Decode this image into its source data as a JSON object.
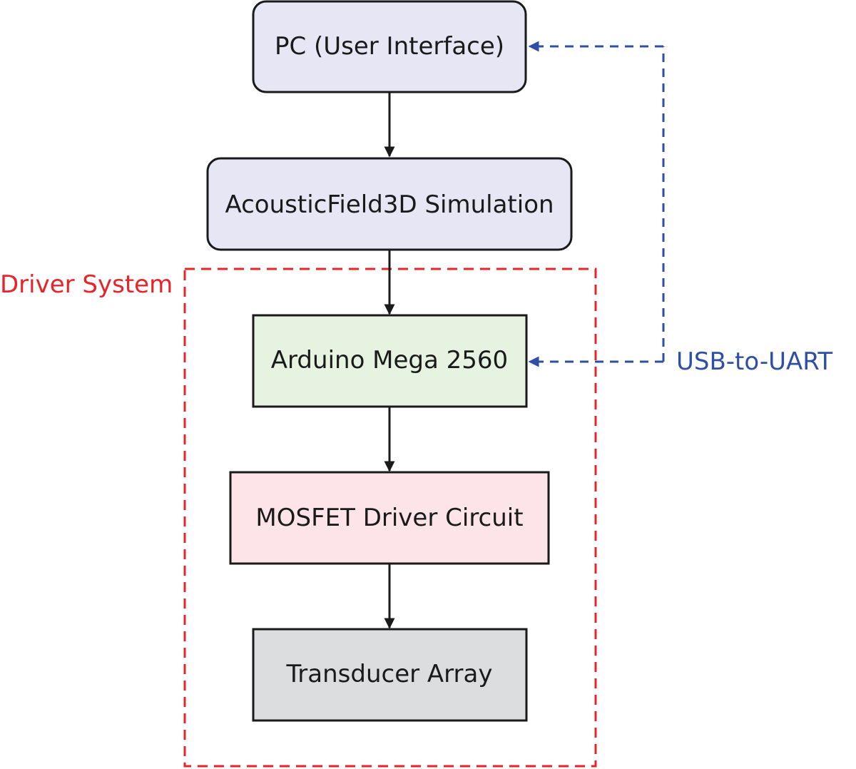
{
  "nodes": {
    "pc": {
      "label": "PC (User Interface)",
      "fill": "#e6e6f5"
    },
    "simulation": {
      "label": "AcousticField3D Simulation",
      "fill": "#e6e6f5"
    },
    "arduino": {
      "label": "Arduino Mega 2560",
      "fill": "#e6f3e1"
    },
    "mosfet": {
      "label": "MOSFET Driver Circuit",
      "fill": "#fce4e8"
    },
    "transducer": {
      "label": "Transducer Array",
      "fill": "#dcdddf"
    }
  },
  "group": {
    "label": "Driver System",
    "color": "#e8232a"
  },
  "link": {
    "label": "USB-to-UART",
    "color": "#2e4fa3"
  },
  "colors": {
    "stroke": "#1a1a1a"
  }
}
